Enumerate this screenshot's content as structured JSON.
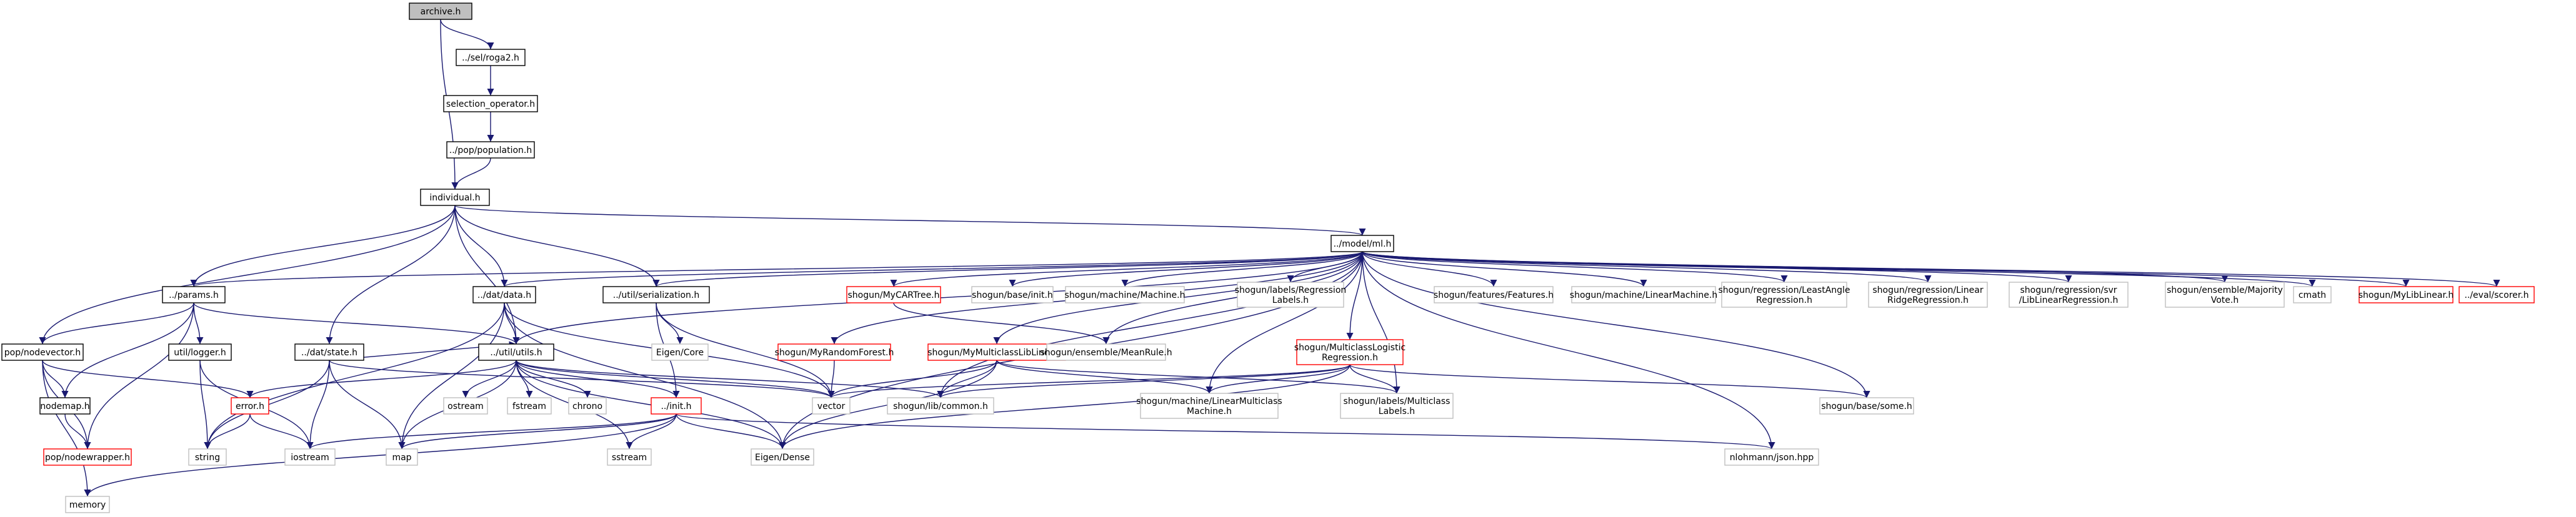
{
  "colors": {
    "edge": "#191970",
    "node_border": "#000000",
    "missing_border": "#bfbfbf",
    "error_border": "#ff0000",
    "root_fill": "#bfbfbf",
    "fill": "#ffffff",
    "text": "#000000"
  },
  "nodes": [
    {
      "id": "archive",
      "lines": [
        "archive.h"
      ],
      "style": "root"
    },
    {
      "id": "roga2",
      "lines": [
        "../sel/roga2.h"
      ],
      "style": "normal"
    },
    {
      "id": "selop",
      "lines": [
        "selection_operator.h"
      ],
      "style": "normal"
    },
    {
      "id": "population",
      "lines": [
        "../pop/population.h"
      ],
      "style": "normal"
    },
    {
      "id": "individual",
      "lines": [
        "individual.h"
      ],
      "style": "normal"
    },
    {
      "id": "ml",
      "lines": [
        "../model/ml.h"
      ],
      "style": "normal"
    },
    {
      "id": "params",
      "lines": [
        "../params.h"
      ],
      "style": "normal"
    },
    {
      "id": "data",
      "lines": [
        "../dat/data.h"
      ],
      "style": "normal"
    },
    {
      "id": "serialization",
      "lines": [
        "../util/serialization.h"
      ],
      "style": "normal"
    },
    {
      "id": "mycart",
      "lines": [
        "shogun/MyCARTree.h"
      ],
      "style": "error"
    },
    {
      "id": "baseinit",
      "lines": [
        "shogun/base/init.h"
      ],
      "style": "missing"
    },
    {
      "id": "machine",
      "lines": [
        "shogun/machine/Machine.h"
      ],
      "style": "missing"
    },
    {
      "id": "reglabels",
      "lines": [
        "shogun/labels/Regression",
        "Labels.h"
      ],
      "style": "missing"
    },
    {
      "id": "features",
      "lines": [
        "shogun/features/Features.h"
      ],
      "style": "missing"
    },
    {
      "id": "linearmachine",
      "lines": [
        "shogun/machine/LinearMachine.h"
      ],
      "style": "missing"
    },
    {
      "id": "leastangle",
      "lines": [
        "shogun/regression/LeastAngle",
        "Regression.h"
      ],
      "style": "missing"
    },
    {
      "id": "ridge",
      "lines": [
        "shogun/regression/Linear",
        "RidgeRegression.h"
      ],
      "style": "missing"
    },
    {
      "id": "libsvr",
      "lines": [
        "shogun/regression/svr",
        "/LibLinearRegression.h"
      ],
      "style": "missing"
    },
    {
      "id": "majority",
      "lines": [
        "shogun/ensemble/Majority",
        "Vote.h"
      ],
      "style": "missing"
    },
    {
      "id": "cmath",
      "lines": [
        "cmath"
      ],
      "style": "missing"
    },
    {
      "id": "mylib",
      "lines": [
        "shogun/MyLibLinear.h"
      ],
      "style": "error"
    },
    {
      "id": "scorer",
      "lines": [
        "../eval/scorer.h"
      ],
      "style": "error"
    },
    {
      "id": "nodevector",
      "lines": [
        "pop/nodevector.h"
      ],
      "style": "normal"
    },
    {
      "id": "state",
      "lines": [
        "../dat/state.h"
      ],
      "style": "normal"
    },
    {
      "id": "utils",
      "lines": [
        "../util/utils.h"
      ],
      "style": "normal"
    },
    {
      "id": "logger",
      "lines": [
        "util/logger.h"
      ],
      "style": "normal"
    },
    {
      "id": "eigencore",
      "lines": [
        "Eigen/Core"
      ],
      "style": "missing"
    },
    {
      "id": "myrf",
      "lines": [
        "shogun/MyRandomForest.h"
      ],
      "style": "error"
    },
    {
      "id": "mymll",
      "lines": [
        "shogun/MyMulticlassLibLinear.h"
      ],
      "style": "error"
    },
    {
      "id": "meanrule",
      "lines": [
        "shogun/ensemble/MeanRule.h"
      ],
      "style": "missing"
    },
    {
      "id": "mlogreg",
      "lines": [
        "shogun/MulticlassLogistic",
        "Regression.h"
      ],
      "style": "error"
    },
    {
      "id": "nodemap",
      "lines": [
        "nodemap.h"
      ],
      "style": "normal"
    },
    {
      "id": "error",
      "lines": [
        "error.h"
      ],
      "style": "error"
    },
    {
      "id": "ostream",
      "lines": [
        "ostream"
      ],
      "style": "missing"
    },
    {
      "id": "fstream",
      "lines": [
        "fstream"
      ],
      "style": "missing"
    },
    {
      "id": "chrono",
      "lines": [
        "chrono"
      ],
      "style": "missing"
    },
    {
      "id": "init",
      "lines": [
        "../init.h"
      ],
      "style": "error"
    },
    {
      "id": "vector",
      "lines": [
        "vector"
      ],
      "style": "missing"
    },
    {
      "id": "libcommon",
      "lines": [
        "shogun/lib/common.h"
      ],
      "style": "missing"
    },
    {
      "id": "lmm",
      "lines": [
        "shogun/machine/LinearMulticlass",
        "Machine.h"
      ],
      "style": "missing"
    },
    {
      "id": "mclabels",
      "lines": [
        "shogun/labels/Multiclass",
        "Labels.h"
      ],
      "style": "missing"
    },
    {
      "id": "some",
      "lines": [
        "shogun/base/some.h"
      ],
      "style": "missing"
    },
    {
      "id": "nodewrapper",
      "lines": [
        "pop/nodewrapper.h"
      ],
      "style": "error"
    },
    {
      "id": "string",
      "lines": [
        "string"
      ],
      "style": "missing"
    },
    {
      "id": "iostream",
      "lines": [
        "iostream"
      ],
      "style": "missing"
    },
    {
      "id": "map",
      "lines": [
        "map"
      ],
      "style": "missing"
    },
    {
      "id": "sstream",
      "lines": [
        "sstream"
      ],
      "style": "missing"
    },
    {
      "id": "eigendense",
      "lines": [
        "Eigen/Dense"
      ],
      "style": "missing"
    },
    {
      "id": "json",
      "lines": [
        "nlohmann/json.hpp"
      ],
      "style": "missing"
    },
    {
      "id": "memory",
      "lines": [
        "memory"
      ],
      "style": "missing"
    }
  ],
  "edges": [
    [
      "archive",
      "roga2"
    ],
    [
      "archive",
      "individual"
    ],
    [
      "roga2",
      "selop"
    ],
    [
      "selop",
      "population"
    ],
    [
      "population",
      "individual"
    ],
    [
      "individual",
      "ml"
    ],
    [
      "individual",
      "params"
    ],
    [
      "individual",
      "data"
    ],
    [
      "individual",
      "serialization"
    ],
    [
      "individual",
      "nodevector"
    ],
    [
      "individual",
      "state"
    ],
    [
      "individual",
      "utils"
    ],
    [
      "ml",
      "params"
    ],
    [
      "ml",
      "data"
    ],
    [
      "ml",
      "serialization"
    ],
    [
      "ml",
      "utils"
    ],
    [
      "ml",
      "mycart"
    ],
    [
      "ml",
      "baseinit"
    ],
    [
      "ml",
      "machine"
    ],
    [
      "ml",
      "reglabels"
    ],
    [
      "ml",
      "features"
    ],
    [
      "ml",
      "linearmachine"
    ],
    [
      "ml",
      "leastangle"
    ],
    [
      "ml",
      "ridge"
    ],
    [
      "ml",
      "libsvr"
    ],
    [
      "ml",
      "majority"
    ],
    [
      "ml",
      "cmath"
    ],
    [
      "ml",
      "mylib"
    ],
    [
      "ml",
      "scorer"
    ],
    [
      "ml",
      "myrf"
    ],
    [
      "ml",
      "mymll"
    ],
    [
      "ml",
      "meanrule"
    ],
    [
      "ml",
      "mlogreg"
    ],
    [
      "ml",
      "lmm"
    ],
    [
      "ml",
      "mclabels"
    ],
    [
      "ml",
      "some"
    ],
    [
      "ml",
      "libcommon"
    ],
    [
      "ml",
      "eigendense"
    ],
    [
      "ml",
      "json"
    ],
    [
      "params",
      "nodevector"
    ],
    [
      "params",
      "utils"
    ],
    [
      "params",
      "logger"
    ],
    [
      "params",
      "nodemap"
    ],
    [
      "params",
      "nodewrapper"
    ],
    [
      "data",
      "utils"
    ],
    [
      "data",
      "vector"
    ],
    [
      "data",
      "map"
    ],
    [
      "data",
      "string"
    ],
    [
      "data",
      "eigendense"
    ],
    [
      "serialization",
      "eigencore"
    ],
    [
      "serialization",
      "init"
    ],
    [
      "serialization",
      "vector"
    ],
    [
      "mycart",
      "meanrule"
    ],
    [
      "mymll",
      "vector"
    ],
    [
      "mymll",
      "libcommon"
    ],
    [
      "mymll",
      "lmm"
    ],
    [
      "mymll",
      "mclabels"
    ],
    [
      "mymll",
      "eigendense"
    ],
    [
      "mlogreg",
      "vector"
    ],
    [
      "mlogreg",
      "libcommon"
    ],
    [
      "mlogreg",
      "lmm"
    ],
    [
      "mlogreg",
      "mclabels"
    ],
    [
      "mlogreg",
      "some"
    ],
    [
      "mlogreg",
      "eigendense"
    ],
    [
      "myrf",
      "vector"
    ],
    [
      "nodevector",
      "nodemap"
    ],
    [
      "nodevector",
      "nodewrapper"
    ],
    [
      "nodevector",
      "error"
    ],
    [
      "nodevector",
      "memory"
    ],
    [
      "state",
      "utils"
    ],
    [
      "state",
      "string"
    ],
    [
      "state",
      "iostream"
    ],
    [
      "state",
      "map"
    ],
    [
      "state",
      "vector"
    ],
    [
      "utils",
      "error"
    ],
    [
      "utils",
      "ostream"
    ],
    [
      "utils",
      "fstream"
    ],
    [
      "utils",
      "chrono"
    ],
    [
      "utils",
      "init"
    ],
    [
      "utils",
      "vector"
    ],
    [
      "utils",
      "map"
    ],
    [
      "utils",
      "sstream"
    ],
    [
      "utils",
      "eigendense"
    ],
    [
      "utils",
      "libcommon"
    ],
    [
      "logger",
      "iostream"
    ],
    [
      "logger",
      "string"
    ],
    [
      "nodemap",
      "nodewrapper"
    ],
    [
      "error",
      "string"
    ],
    [
      "error",
      "iostream"
    ],
    [
      "init",
      "iostream"
    ],
    [
      "init",
      "map"
    ],
    [
      "init",
      "sstream"
    ],
    [
      "init",
      "eigendense"
    ],
    [
      "init",
      "json"
    ],
    [
      "init",
      "memory"
    ]
  ]
}
